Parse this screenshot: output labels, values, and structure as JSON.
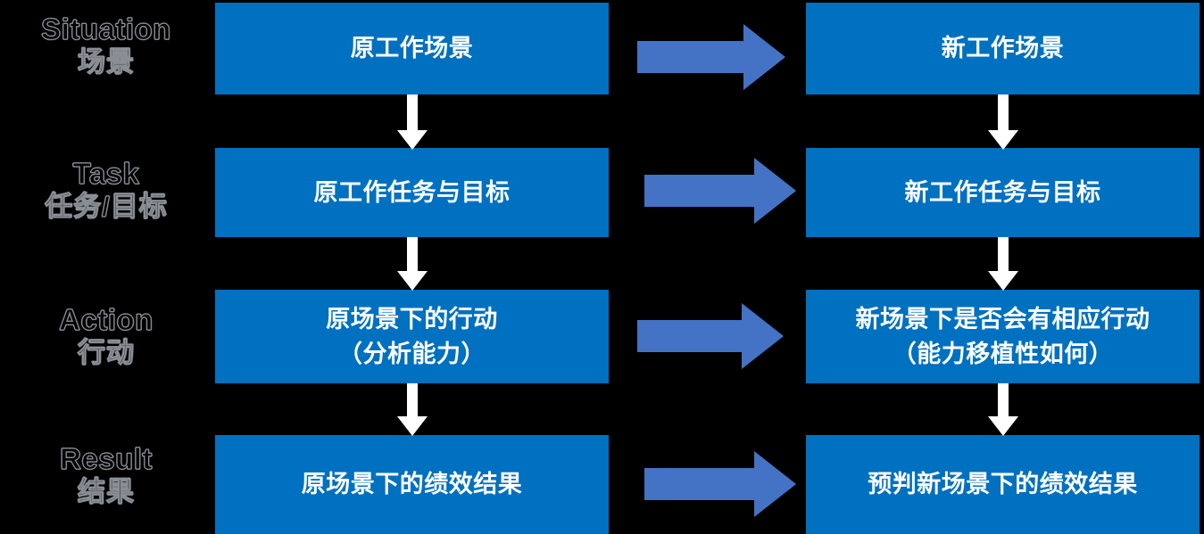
{
  "theme": {
    "background": "#000000",
    "box_fill": "#0070C0",
    "box_text": "#FFFFFF",
    "transition_arrow": "#4472C4",
    "connector_arrow": "#FFFFFF",
    "stage_label_text": "#000000",
    "stage_label_outline": "#8A8F96"
  },
  "stages": [
    {
      "en": "Situation",
      "zh": "场景"
    },
    {
      "en": "Task",
      "zh": "任务/目标"
    },
    {
      "en": "Action",
      "zh": "行动"
    },
    {
      "en": "Result",
      "zh": "结果"
    }
  ],
  "columns": [
    {
      "id": "original",
      "rows": [
        {
          "lines": [
            "原工作场景"
          ]
        },
        {
          "lines": [
            "原工作任务与目标"
          ]
        },
        {
          "lines": [
            "原场景下的行动",
            "（分析能力）"
          ]
        },
        {
          "lines": [
            "原场景下的绩效结果"
          ]
        }
      ]
    },
    {
      "id": "new",
      "rows": [
        {
          "lines": [
            "新工作场景"
          ]
        },
        {
          "lines": [
            "新工作任务与目标"
          ]
        },
        {
          "lines": [
            "新场景下是否会有相应行动",
            "（能力移植性如何）"
          ]
        },
        {
          "lines": [
            "预判新场景下的绩效结果"
          ]
        }
      ]
    }
  ],
  "icons": {
    "transition": "right-arrow-icon",
    "connector": "down-arrow-icon"
  }
}
